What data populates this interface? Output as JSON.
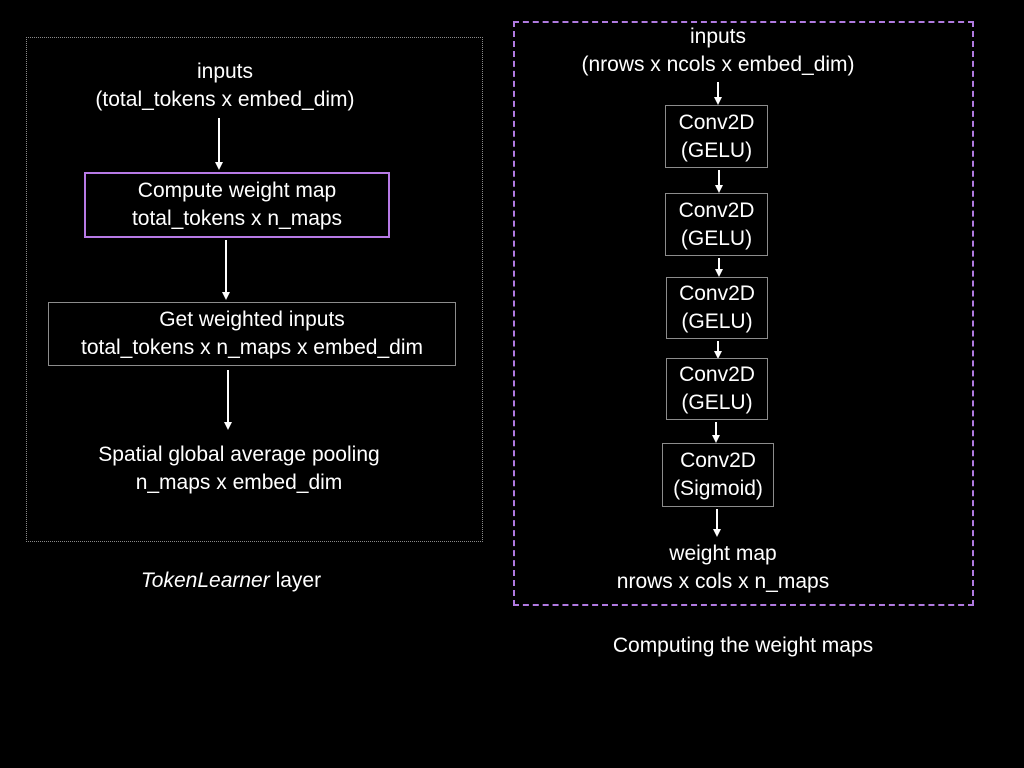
{
  "left": {
    "inputs_title": "inputs",
    "inputs_shape": "(total_tokens x embed_dim)",
    "compute_box": {
      "line1": "Compute weight map",
      "line2": "total_tokens x n_maps"
    },
    "weighted_box": {
      "line1": "Get weighted inputs",
      "line2": "total_tokens x n_maps x embed_dim"
    },
    "pooling_title": "Spatial global average pooling",
    "pooling_shape": "n_maps x embed_dim",
    "caption_italic": "TokenLearner",
    "caption_rest": " layer"
  },
  "right": {
    "inputs_title": "inputs",
    "inputs_shape": "(nrows x ncols x embed_dim)",
    "conv_blocks": [
      {
        "name": "Conv2D",
        "activation": "(GELU)"
      },
      {
        "name": "Conv2D",
        "activation": "(GELU)"
      },
      {
        "name": "Conv2D",
        "activation": "(GELU)"
      },
      {
        "name": "Conv2D",
        "activation": "(GELU)"
      },
      {
        "name": "Conv2D",
        "activation": "(Sigmoid)"
      }
    ],
    "output_title": "weight map",
    "output_shape": "nrows x cols x n_maps",
    "caption": "Computing the weight maps"
  },
  "colors": {
    "background": "#000000",
    "text": "#ffffff",
    "accent_purple": "#b77ae6",
    "border_gray": "#8c8c8c"
  }
}
